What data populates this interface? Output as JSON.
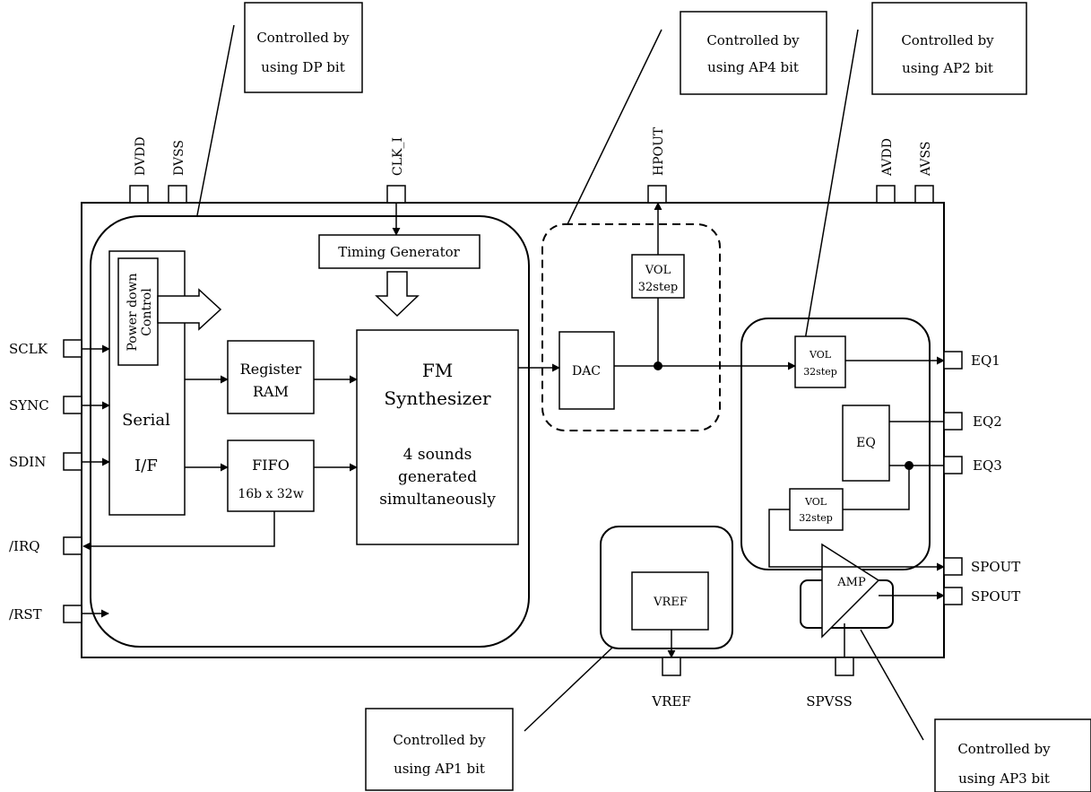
{
  "callouts": {
    "dp": [
      "Controlled  by",
      "using DP bit"
    ],
    "ap4": [
      "Controlled by",
      "using AP4 bit"
    ],
    "ap2": [
      "Controlled by",
      "using AP2 bit"
    ],
    "ap1": [
      "Controlled by",
      "using AP1 bit"
    ],
    "ap3": [
      "Controlled by",
      "using AP3 bit"
    ]
  },
  "pins": {
    "top": {
      "dvdd": "DVDD",
      "dvss": "DVSS",
      "clk": "CLK_I",
      "hpout": "HPOUT",
      "avdd": "AVDD",
      "avss": "AVSS"
    },
    "left": {
      "sclk": "SCLK",
      "sync": "SYNC",
      "sdin": "SDIN",
      "irq": "/IRQ",
      "rst": "/RST"
    },
    "right": {
      "eq1": "EQ1",
      "eq2": "EQ2",
      "eq3": "EQ3",
      "spout1": "SPOUT",
      "spout2": "SPOUT"
    },
    "bottom": {
      "vref": "VREF",
      "spvss": "SPVSS"
    }
  },
  "blocks": {
    "power_down": [
      "Power down",
      "Control"
    ],
    "timing": "Timing Generator",
    "serial": [
      "Serial",
      "I/F"
    ],
    "register": [
      "Register",
      "RAM"
    ],
    "fifo": [
      "FIFO",
      "16b x 32w"
    ],
    "fm": [
      "FM",
      "Synthesizer",
      "4 sounds",
      "generated",
      "simultaneously"
    ],
    "dac": "DAC",
    "vol_hp": [
      "VOL",
      "32step"
    ],
    "vol_eq": [
      "VOL",
      "32step"
    ],
    "eq": "EQ",
    "vol_sp": [
      "VOL",
      "32step"
    ],
    "vref": "VREF",
    "amp": "AMP"
  }
}
